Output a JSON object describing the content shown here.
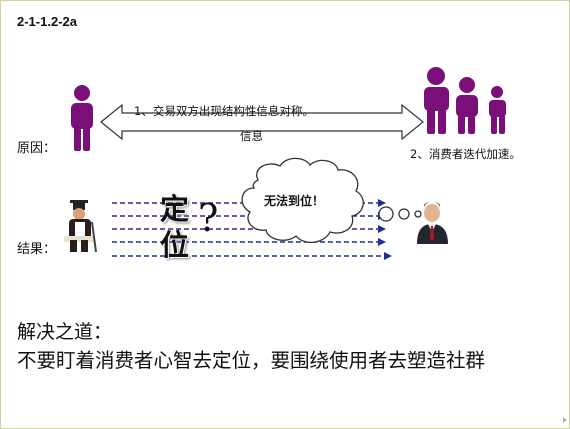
{
  "slide_id": "2-1-1.2-2a",
  "cause_label": "原因：",
  "result_label": "结果：",
  "arrow_top_text": "1、交易双方出现结构性信息对称。",
  "arrow_bottom_text": "信息",
  "customers_caption": "2、消费者迭代加速。",
  "cloud_text": "无法到位！",
  "dingwei_top": "定",
  "dingwei_bottom": "位",
  "question_mark": "?",
  "solution_title": "解决之道：",
  "solution_body": "不要盯着消费者心智去定位，要围绕使用者去塑造社群",
  "colors": {
    "figure_purple": "#7a0f7a",
    "arrow_dash_blue": "#1e2f9c",
    "frame_border": "#c9d6a3"
  }
}
